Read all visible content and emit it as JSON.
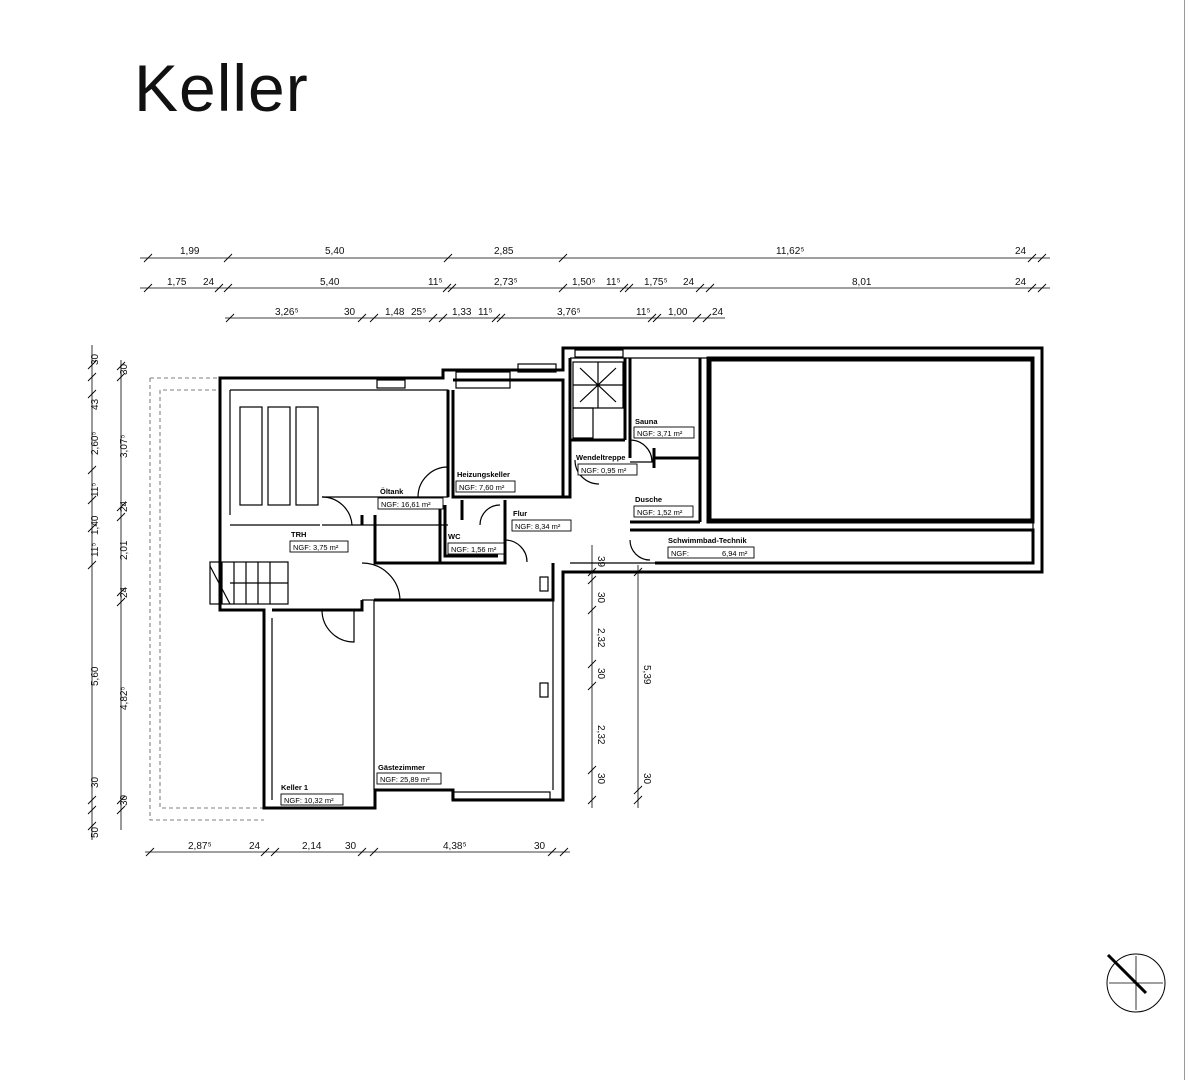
{
  "title": "Keller",
  "rooms": [
    {
      "name": "Heizungskeller",
      "ngf": "NGF: 7,60 m²"
    },
    {
      "name": "Öltank",
      "ngf": "NGF: 16,61 m²"
    },
    {
      "name": "TRH",
      "ngf": "NGF: 3,75 m²"
    },
    {
      "name": "WC",
      "ngf": "NGF: 1,56 m²"
    },
    {
      "name": "Flur",
      "ngf": "NGF: 8,34 m²"
    },
    {
      "name": "Wendeltreppe",
      "ngf": "NGF: 0,95 m²"
    },
    {
      "name": "Sauna",
      "ngf": "NGF: 3,71 m²"
    },
    {
      "name": "Dusche",
      "ngf": "NGF: 1,52 m²"
    },
    {
      "name": "Schwimmbad-Technik",
      "ngf": "NGF:",
      "ngf_value": "6,94 m²"
    },
    {
      "name": "Gästezimmer",
      "ngf": "NGF: 25,89 m²"
    },
    {
      "name": "Keller 1",
      "ngf": "NGF: 10,32 m²"
    }
  ],
  "dims_top1": [
    "1,99",
    "5,40",
    "2,85",
    "11,62⁵",
    "24"
  ],
  "dims_top2": [
    "1,75",
    "24",
    "5,40",
    "11⁵",
    "2,73⁵",
    "1,50⁵",
    "11⁵",
    "1,75⁵",
    "24",
    "8,01",
    "24"
  ],
  "dims_top3": [
    "3,26⁵",
    "30",
    "1,48",
    "25⁵",
    "1,33",
    "11⁵",
    "3,76⁵",
    "11⁵",
    "1,00",
    "24"
  ],
  "dims_bottom": [
    "2,87⁵",
    "24",
    "2,14",
    "30",
    "4,38⁵",
    "30"
  ],
  "dims_left_outer": [
    "30",
    "43",
    "2,60⁵",
    "11⁵",
    "1,40",
    "11⁵",
    "5,60",
    "30",
    "50"
  ],
  "dims_left_inner": [
    "30",
    "3,07⁵",
    "24",
    "2,01",
    "24",
    "4,82⁵",
    "30"
  ],
  "dims_mid_a": [
    "39",
    "30",
    "2,32",
    "30",
    "2,32",
    "30"
  ],
  "dims_mid_b": [
    "5,39",
    "30"
  ],
  "icons": {
    "north": "north-arrow-icon"
  }
}
